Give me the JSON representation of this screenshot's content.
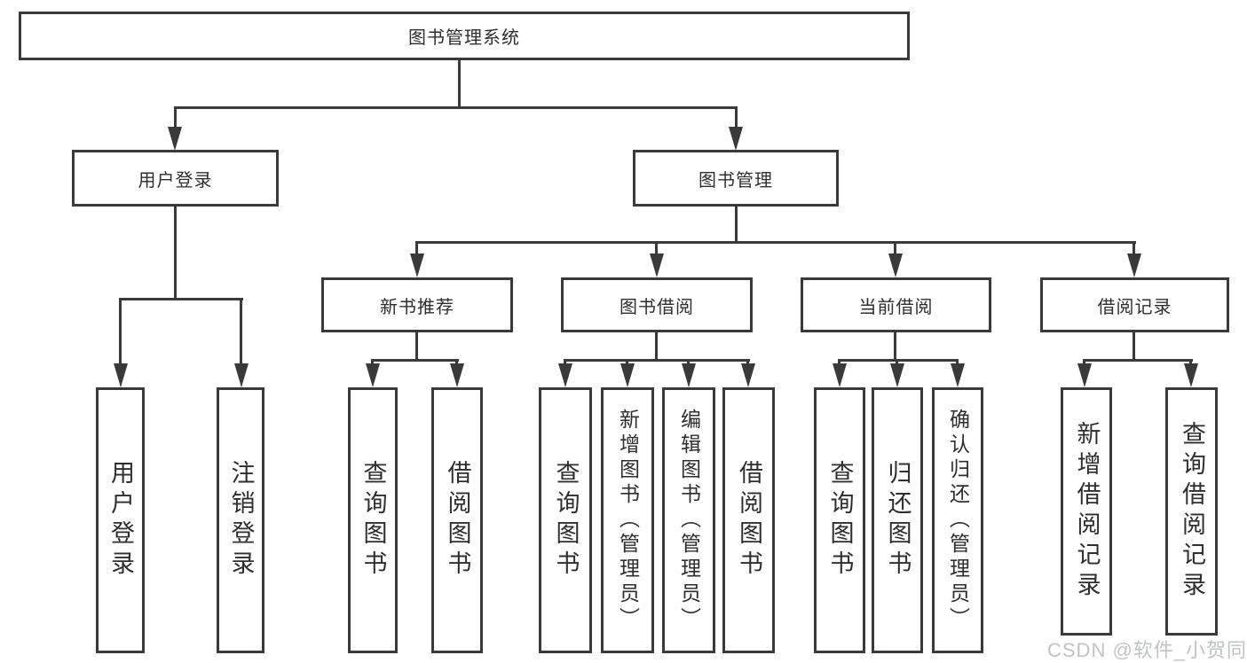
{
  "tree": {
    "root": "图书管理系统",
    "level2": [
      "用户登录",
      "图书管理"
    ],
    "level3": [
      "新书推荐",
      "图书借阅",
      "当前借阅",
      "借阅记录"
    ],
    "leaves_user_login": [
      "用户登录",
      "注销登录"
    ],
    "leaves_new_book": [
      "查询图书",
      "借阅图书"
    ],
    "leaves_book_borrow": [
      "查询图书",
      "新增图书（管理员）",
      "编辑图书（管理员）",
      "借阅图书"
    ],
    "leaves_current_borrow": [
      "查询图书",
      "归还图书",
      "确认归还（管理员）"
    ],
    "leaves_borrow_records": [
      "新增借阅记录",
      "查询借阅记录"
    ]
  },
  "watermark": "CSDN @软件_小贺同学",
  "colors": {
    "line": "#3a3a3a",
    "text": "#2e2e2e",
    "box_background": "#ffffff",
    "watermark": "#bfc3c7",
    "page_background": "#ffffff"
  }
}
